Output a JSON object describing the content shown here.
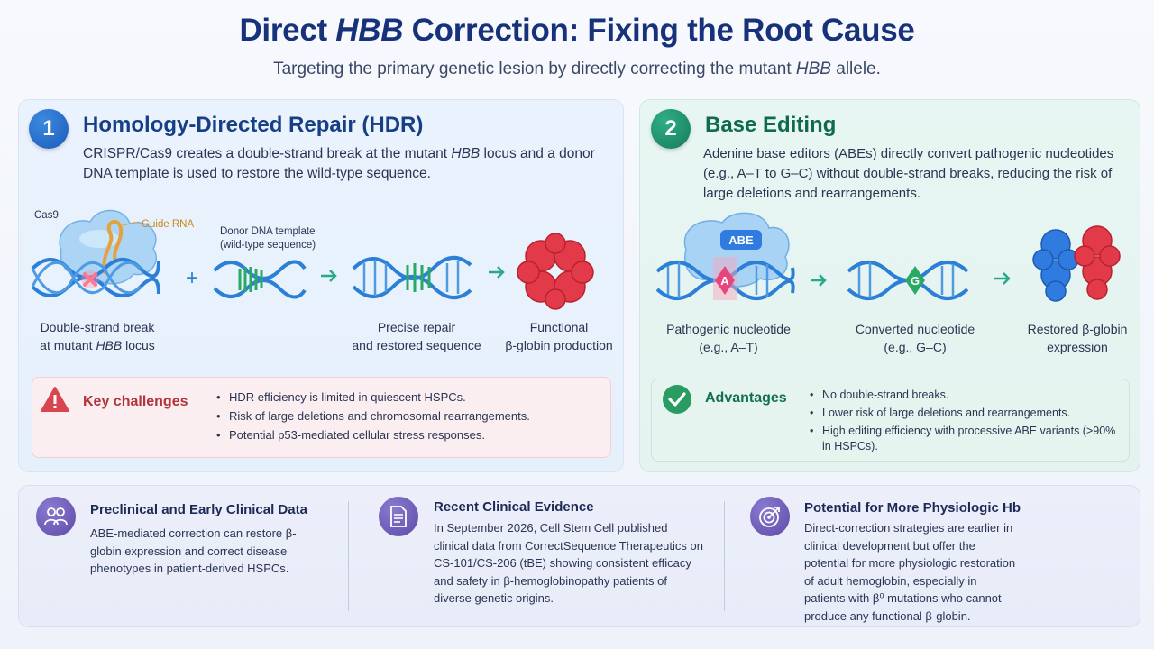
{
  "header": {
    "title": "Direct HBB Correction: Fixing the Root Cause",
    "subtitle": "Targeting the primary genetic lesion by directly correcting the mutant HBB allele."
  },
  "hdr": {
    "number": "1",
    "title": "Homology-Directed Repair (HDR)",
    "description": "CRISPR/Cas9 creates a double-strand break at the mutant HBB locus and a donor DNA template is used to restore the wild-type sequence.",
    "label_cas9": "Cas9",
    "label_guide_rna": "Guide RNA",
    "label_donor": "Donor DNA template\n(wild-type sequence)",
    "plus": "+",
    "steps": [
      "Double-strand break\nat mutant HBB locus",
      "Precise repair\nand restored sequence",
      "Functional\nβ-globin production"
    ],
    "challenges_title": "Key challenges",
    "challenges": [
      "HDR efficiency is limited in quiescent HSPCs.",
      "Risk of large deletions and chromosomal rearrangements.",
      "Potential p53-mediated cellular stress responses."
    ]
  },
  "be": {
    "number": "2",
    "title": "Base Editing",
    "description": "Adenine base editors (ABEs) directly convert pathogenic nucleotides (e.g., A–T to G–C) without double-strand breaks, reducing the risk of large deletions and rearrangements.",
    "label_abe": "ABE",
    "base_a": "A",
    "base_g": "G",
    "steps": [
      "Pathogenic nucleotide\n(e.g., A–T)",
      "Converted nucleotide\n(e.g., G–C)",
      "Restored β-globin\nexpression"
    ],
    "advantages_title": "Advantages",
    "advantages": [
      "No double-strand breaks.",
      "Lower risk of large deletions and rearrangements.",
      "High editing efficiency with processive ABE variants (>90% in HSPCs)."
    ]
  },
  "bottom": {
    "columns": [
      {
        "title": "Preclinical and Early Clinical Data",
        "text": "ABE-mediated correction can restore β-globin expression and correct disease phenotypes in patient-derived HSPCs.",
        "icon": "people-icon"
      },
      {
        "title": "Recent Clinical Evidence",
        "text": "In September 2026, Cell Stem Cell published clinical data from CorrectSequence Therapeutics on CS-101/CS-206 (tBE) showing consistent efficacy and safety in β-hemoglobinopathy patients of diverse genetic origins.",
        "icon": "document-icon"
      },
      {
        "title": "Potential for More Physiologic Hb",
        "text": "Direct-correction strategies are earlier in clinical development but offer the potential for more physiologic restoration of adult hemoglobin, especially in patients with β⁰ mutations who cannot produce any functional β-globin.",
        "icon": "target-icon"
      }
    ]
  },
  "colors": {
    "title_blue": "#17327a",
    "hdr_blue": "#1a5bb8",
    "be_green": "#167a5b",
    "dna_blue": "#2b7fd6",
    "dna_green": "#2aa865",
    "hemoglobin_red": "#e23a48",
    "hemoglobin_blue": "#2f7be0",
    "warning_red": "#d9454f",
    "check_green": "#2a9b63",
    "bottom_purple": "#6b57b5"
  }
}
